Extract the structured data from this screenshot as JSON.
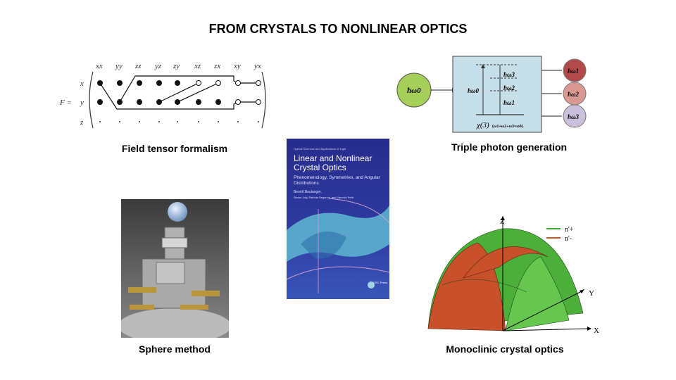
{
  "slide": {
    "title": "FROM CRYSTALS TO NONLINEAR OPTICS"
  },
  "panels": {
    "field_tensor": {
      "caption": "Field tensor formalism",
      "matrix_label": "F =",
      "column_headers": [
        "xx",
        "yy",
        "zz",
        "yz",
        "zy",
        "xz",
        "zx",
        "xy",
        "yx"
      ],
      "row_labels": [
        "x",
        "y",
        "z"
      ]
    },
    "triple_photon": {
      "caption": "Triple photon generation",
      "pump_label": "ħω0",
      "level_label": "ħω0",
      "transitions": [
        "ħω3",
        "ħω2",
        "ħω1"
      ],
      "outputs": [
        "ħω1",
        "ħω2",
        "ħω3"
      ],
      "chi_label": "χ(3)",
      "chi_condition": "(ω1+ω2+ω3=ω0)",
      "colors": {
        "pump": "#a6cf5a",
        "box": "#c6dfe8",
        "out1": "#b24a4a",
        "out2": "#d99892",
        "out3": "#cbc0dc"
      }
    },
    "book": {
      "series": "Optical Sciences and Applications of Light",
      "title": "Linear and Nonlinear Crystal Optics",
      "subtitle": "Phenomenology, Symmetries, and Angular Distributions",
      "author_main": "Benoît Boulanger,",
      "authors_other": "Simon Joly, Patricia Segonds, and Yannick Petit",
      "publisher": "CRC Press"
    },
    "sphere": {
      "caption": "Sphere method"
    },
    "monoclinic": {
      "caption": "Monoclinic crystal optics",
      "axis_labels": {
        "z": "Z",
        "y": "Y",
        "x": "X"
      },
      "legend": [
        "n'+",
        "n'-"
      ],
      "colors": {
        "plus": "#3fa836",
        "minus": "#c8502a"
      }
    }
  }
}
